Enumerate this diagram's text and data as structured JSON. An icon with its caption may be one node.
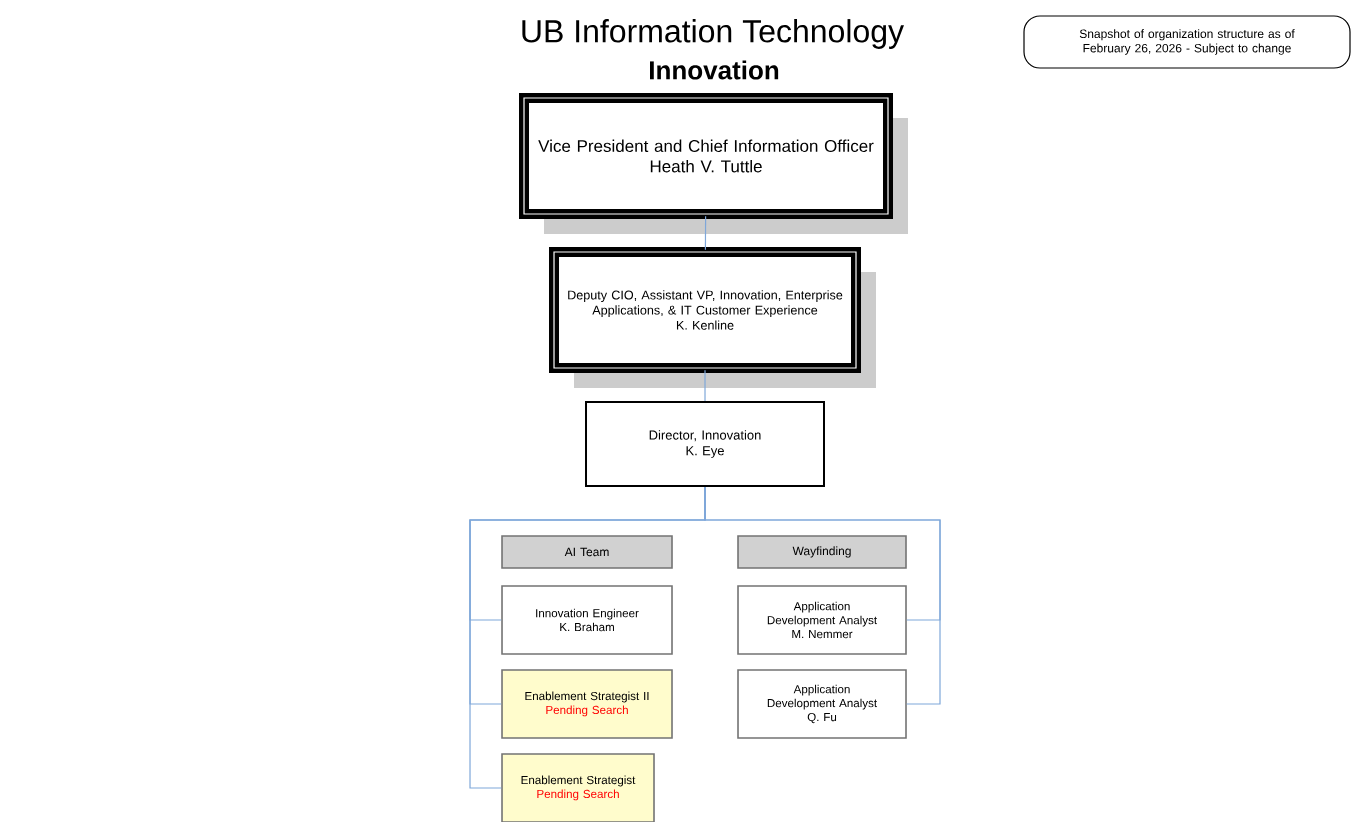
{
  "diagram": {
    "title": "UB Information Technology",
    "nodes": [
      {
        "text": [
          "Vice President and Chief Information Officer",
          "Heath V. Tuttle"
        ]
      },
      {
        "text": [
          "Deputy CIO, Assistant VP, Innovation, Enterprise Applications, & IT Customer Experience",
          "K. Kenline"
        ]
      },
      {
        "text": [
          "Director, Innovation",
          "K. Eye"
        ]
      },
      {
        "text": [
          "AI Team"
        ]
      },
      {
        "text": [
          "Wayfinding"
        ]
      },
      {
        "text": [
          "Innovation Engineer",
          "K. Braham"
        ]
      },
      {
        "text": [
          "Enablement Strategist II",
          "Pending Search"
        ]
      },
      {
        "text": [
          "Enablement Strategist",
          "Pending Search"
        ]
      },
      {
        "text": [
          "Application Development Analyst",
          "M. Nemmer"
        ]
      },
      {
        "text": [
          "Application Development Analyst",
          "Q. Fu"
        ]
      },
      {
        "text": [
          "Snapshot of organization structure as of February 26, 2026 - Subject to change"
        ]
      }
    ],
    "edges": [
      {
        "from": 0,
        "to": 1,
        "arrow": "none"
      },
      {
        "from": 1,
        "to": 2,
        "arrow": "none"
      },
      {
        "from": 2,
        "to": 5,
        "arrow": "none"
      },
      {
        "from": 2,
        "to": 6,
        "arrow": "none"
      },
      {
        "from": 2,
        "to": 7,
        "arrow": "none"
      },
      {
        "from": 2,
        "to": 8,
        "arrow": "none"
      },
      {
        "from": 2,
        "to": 9,
        "arrow": "none"
      }
    ],
    "labels": [
      "Innovation"
    ]
  }
}
